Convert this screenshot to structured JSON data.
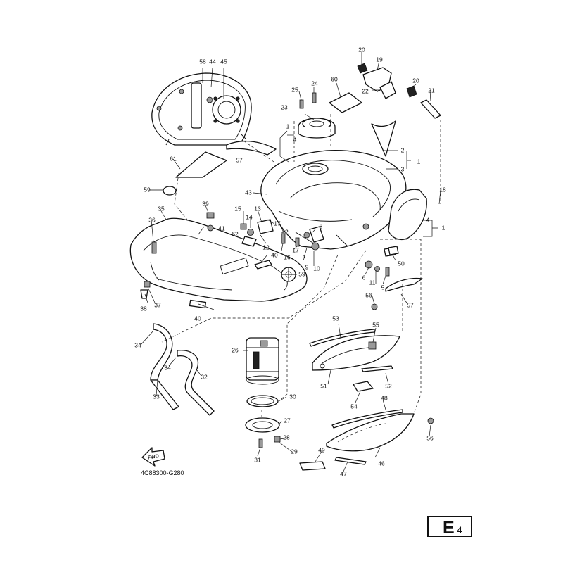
{
  "diagram": {
    "code": "4C88300-G280",
    "section_letter": "E",
    "section_number": "4",
    "fwd_label": "FWD",
    "callouts": [
      {
        "id": "c1a",
        "text": "1"
      },
      {
        "id": "c1b",
        "text": "1"
      },
      {
        "id": "c1c",
        "text": "1"
      },
      {
        "id": "c2",
        "text": "2"
      },
      {
        "id": "c3",
        "text": "3"
      },
      {
        "id": "c4a",
        "text": "4"
      },
      {
        "id": "c4b",
        "text": "4"
      },
      {
        "id": "c5",
        "text": "5"
      },
      {
        "id": "c6",
        "text": "6"
      },
      {
        "id": "c7",
        "text": "7"
      },
      {
        "id": "c8",
        "text": "8"
      },
      {
        "id": "c9",
        "text": "9"
      },
      {
        "id": "c10",
        "text": "10"
      },
      {
        "id": "c11",
        "text": "11"
      },
      {
        "id": "c12",
        "text": "12"
      },
      {
        "id": "c13",
        "text": "13"
      },
      {
        "id": "c14",
        "text": "14"
      },
      {
        "id": "c15",
        "text": "15"
      },
      {
        "id": "c16",
        "text": "16"
      },
      {
        "id": "c17a",
        "text": "17"
      },
      {
        "id": "c17b",
        "text": "17"
      },
      {
        "id": "c18",
        "text": "18"
      },
      {
        "id": "c19",
        "text": "19"
      },
      {
        "id": "c20a",
        "text": "20"
      },
      {
        "id": "c20b",
        "text": "20"
      },
      {
        "id": "c21",
        "text": "21"
      },
      {
        "id": "c22",
        "text": "22"
      },
      {
        "id": "c23",
        "text": "23"
      },
      {
        "id": "c24",
        "text": "24"
      },
      {
        "id": "c25",
        "text": "25"
      },
      {
        "id": "c26",
        "text": "26"
      },
      {
        "id": "c27",
        "text": "27"
      },
      {
        "id": "c28",
        "text": "28"
      },
      {
        "id": "c29",
        "text": "29"
      },
      {
        "id": "c30",
        "text": "30"
      },
      {
        "id": "c31",
        "text": "31"
      },
      {
        "id": "c32",
        "text": "32"
      },
      {
        "id": "c33",
        "text": "33"
      },
      {
        "id": "c34a",
        "text": "34"
      },
      {
        "id": "c34b",
        "text": "34"
      },
      {
        "id": "c35",
        "text": "35"
      },
      {
        "id": "c36",
        "text": "36"
      },
      {
        "id": "c37",
        "text": "37"
      },
      {
        "id": "c38",
        "text": "38"
      },
      {
        "id": "c39",
        "text": "39"
      },
      {
        "id": "c40a",
        "text": "40"
      },
      {
        "id": "c40b",
        "text": "40"
      },
      {
        "id": "c41",
        "text": "41"
      },
      {
        "id": "c42",
        "text": "42"
      },
      {
        "id": "c43",
        "text": "43"
      },
      {
        "id": "c44",
        "text": "44"
      },
      {
        "id": "c45",
        "text": "45"
      },
      {
        "id": "c46",
        "text": "46"
      },
      {
        "id": "c47",
        "text": "47"
      },
      {
        "id": "c48",
        "text": "48"
      },
      {
        "id": "c49",
        "text": "49"
      },
      {
        "id": "c50",
        "text": "50"
      },
      {
        "id": "c51",
        "text": "51"
      },
      {
        "id": "c52",
        "text": "52"
      },
      {
        "id": "c53",
        "text": "53"
      },
      {
        "id": "c54",
        "text": "54"
      },
      {
        "id": "c55",
        "text": "55"
      },
      {
        "id": "c56a",
        "text": "56"
      },
      {
        "id": "c56b",
        "text": "56"
      },
      {
        "id": "c57a",
        "text": "57"
      },
      {
        "id": "c57b",
        "text": "57"
      },
      {
        "id": "c58",
        "text": "58"
      },
      {
        "id": "c59a",
        "text": "59"
      },
      {
        "id": "c59b",
        "text": "59"
      },
      {
        "id": "c60",
        "text": "60"
      },
      {
        "id": "c61",
        "text": "61"
      },
      {
        "id": "c62",
        "text": "62"
      }
    ]
  }
}
